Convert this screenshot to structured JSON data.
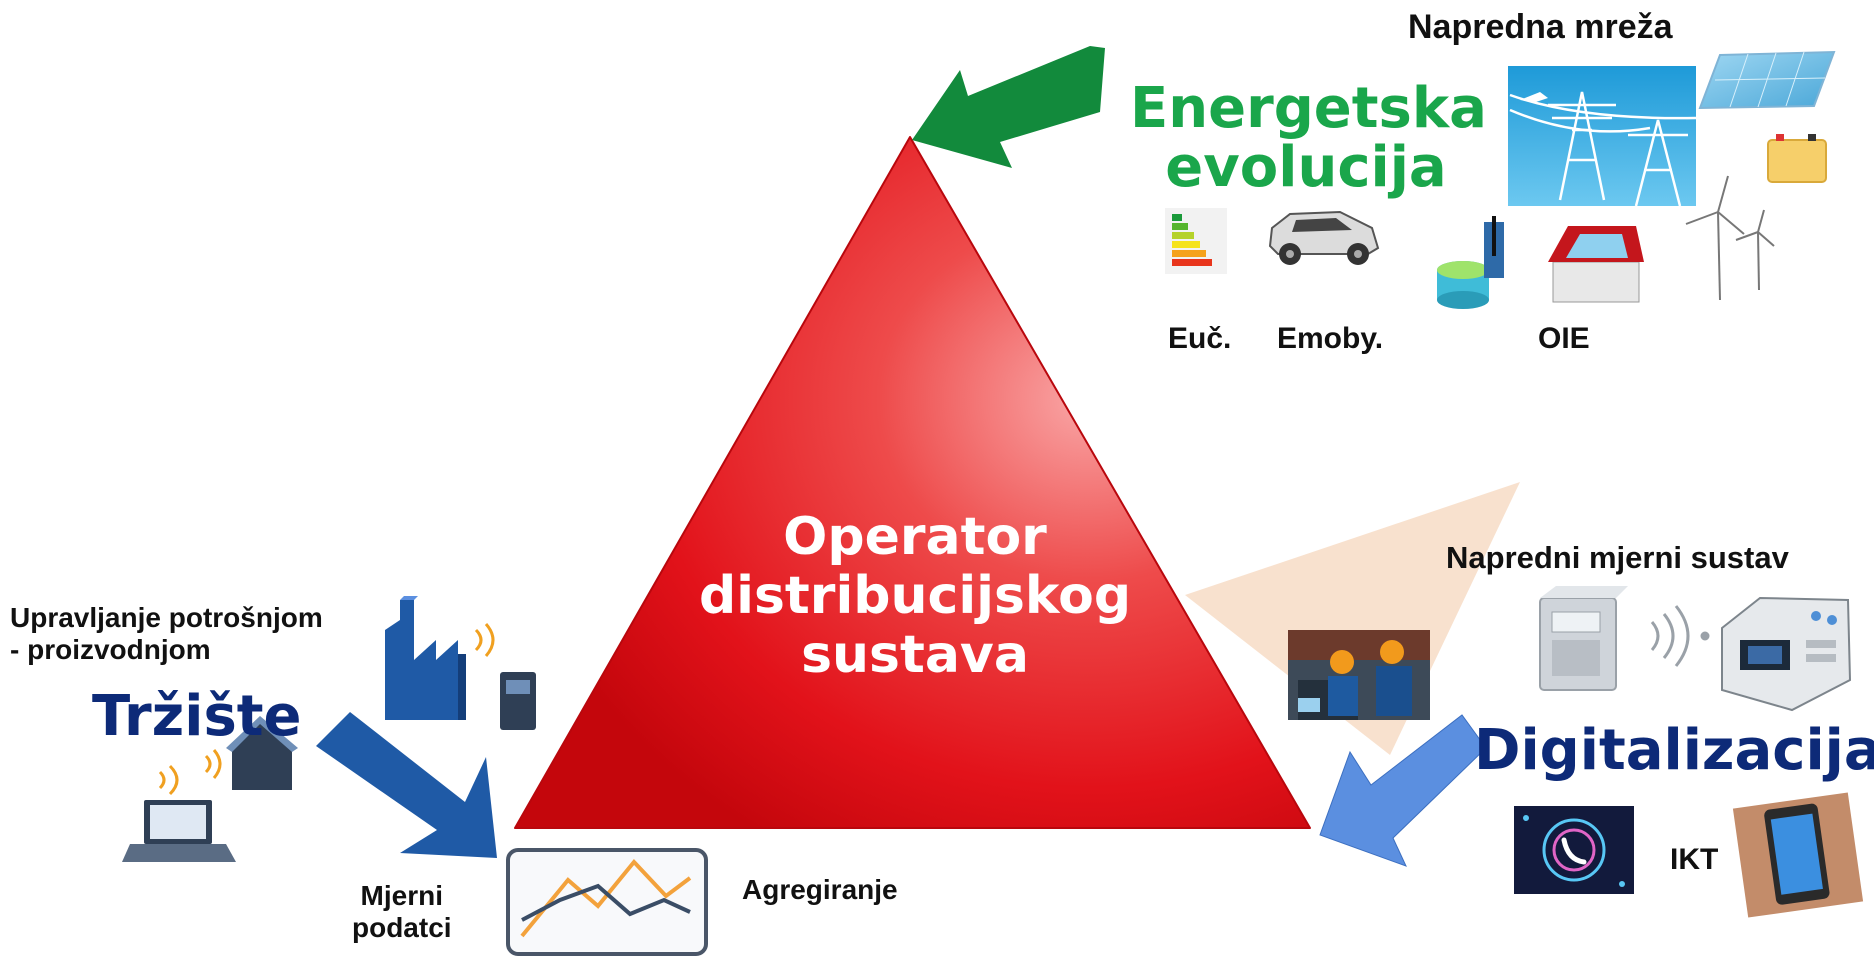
{
  "center": {
    "line1": "Operator",
    "line2": "distribucijskog",
    "line3": "sustava"
  },
  "energy": {
    "title_line1": "Energetska",
    "title_line2": "evolucija",
    "smart_grid": "Napredna mreža",
    "euc": "Euč.",
    "emoby": "Emoby.",
    "oie": "OIE"
  },
  "digital": {
    "title": "Digitalizacija",
    "metering": "Napredni mjerni sustav",
    "ikt": "IKT"
  },
  "market": {
    "title": "Tržište",
    "demand_line1": "Upravljanje potrošnjom",
    "demand_line2": "- proizvodnjom",
    "metering_line1": "Mjerni",
    "metering_line2": "podatci",
    "aggregation": "Agregiranje"
  },
  "colors": {
    "triangle": "#e8141b",
    "energy_green": "#1aa64b",
    "arrow_green": "#128a3c",
    "digital_navy": "#0d2a78",
    "market_navy": "#0d2a78",
    "arrow_blue": "#1f5aa6",
    "arrow_lightblue": "#5b8fe0"
  },
  "icons": [
    "energy-label-icon",
    "electric-car-icon",
    "pylon-icon",
    "solar-panel-icon",
    "battery-icon",
    "storage-tank-icon",
    "solar-roof-house-icon",
    "wind-turbine-icon",
    "smart-meter-icon",
    "signal-waves-icon",
    "data-concentrator-icon",
    "workers-photo",
    "phone-ict-icon",
    "smartphone-icon",
    "factory-icon",
    "house-icon",
    "laptop-icon",
    "chart-icon"
  ]
}
